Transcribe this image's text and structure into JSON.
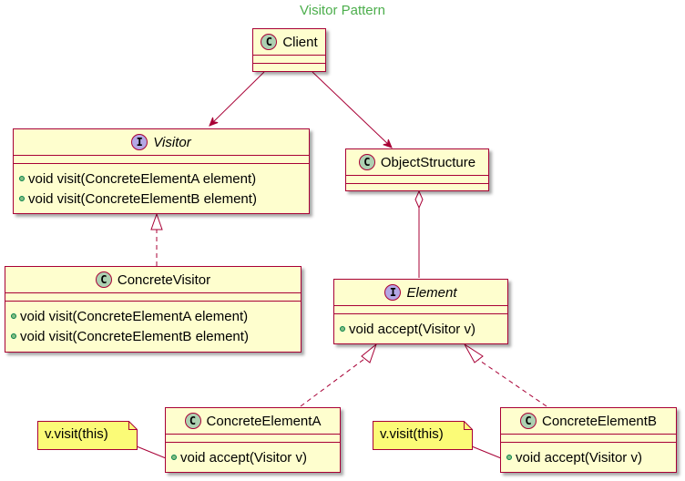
{
  "diagram": {
    "title": "Visitor Pattern",
    "classes": {
      "client": {
        "badge": "C",
        "name": "Client"
      },
      "visitor": {
        "badge": "I",
        "name": "Visitor",
        "members": [
          "void visit(ConcreteElementA element)",
          "void visit(ConcreteElementB element)"
        ]
      },
      "concrete_visitor": {
        "badge": "C",
        "name": "ConcreteVisitor",
        "members": [
          "void visit(ConcreteElementA element)",
          "void visit(ConcreteElementB element)"
        ]
      },
      "object_structure": {
        "badge": "C",
        "name": "ObjectStructure"
      },
      "element": {
        "badge": "I",
        "name": "Element",
        "members": [
          "void accept(Visitor v)"
        ]
      },
      "concrete_element_a": {
        "badge": "C",
        "name": "ConcreteElementA",
        "members": [
          "void accept(Visitor v)"
        ]
      },
      "concrete_element_b": {
        "badge": "C",
        "name": "ConcreteElementB",
        "members": [
          "void accept(Visitor v)"
        ]
      }
    },
    "notes": {
      "note_a": "v.visit(this)",
      "note_b": "v.visit(this)"
    },
    "colors": {
      "box_fill": "#fefece",
      "box_border": "#a80036",
      "title": "#4cae4c",
      "note_fill": "#fbfb77",
      "class_badge": "#add1b2",
      "interface_badge": "#b4a7e5"
    }
  }
}
